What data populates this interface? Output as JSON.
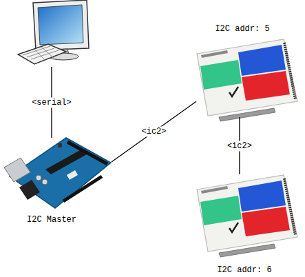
{
  "diagram": {
    "nodes": [
      {
        "text": []
      },
      {
        "text": [
          "I2C addr: 5"
        ]
      },
      {
        "text": [
          "I2C Master"
        ]
      },
      {
        "text": [
          "I2C addr: 6"
        ]
      }
    ],
    "edges": [
      {
        "from": 0,
        "to": 2,
        "arrow": "none",
        "label": "<serial>"
      },
      {
        "from": 2,
        "to": 1,
        "arrow": "none",
        "label": "<ic2>"
      },
      {
        "from": 1,
        "to": 3,
        "arrow": "none",
        "label": "<ic2>"
      }
    ]
  }
}
